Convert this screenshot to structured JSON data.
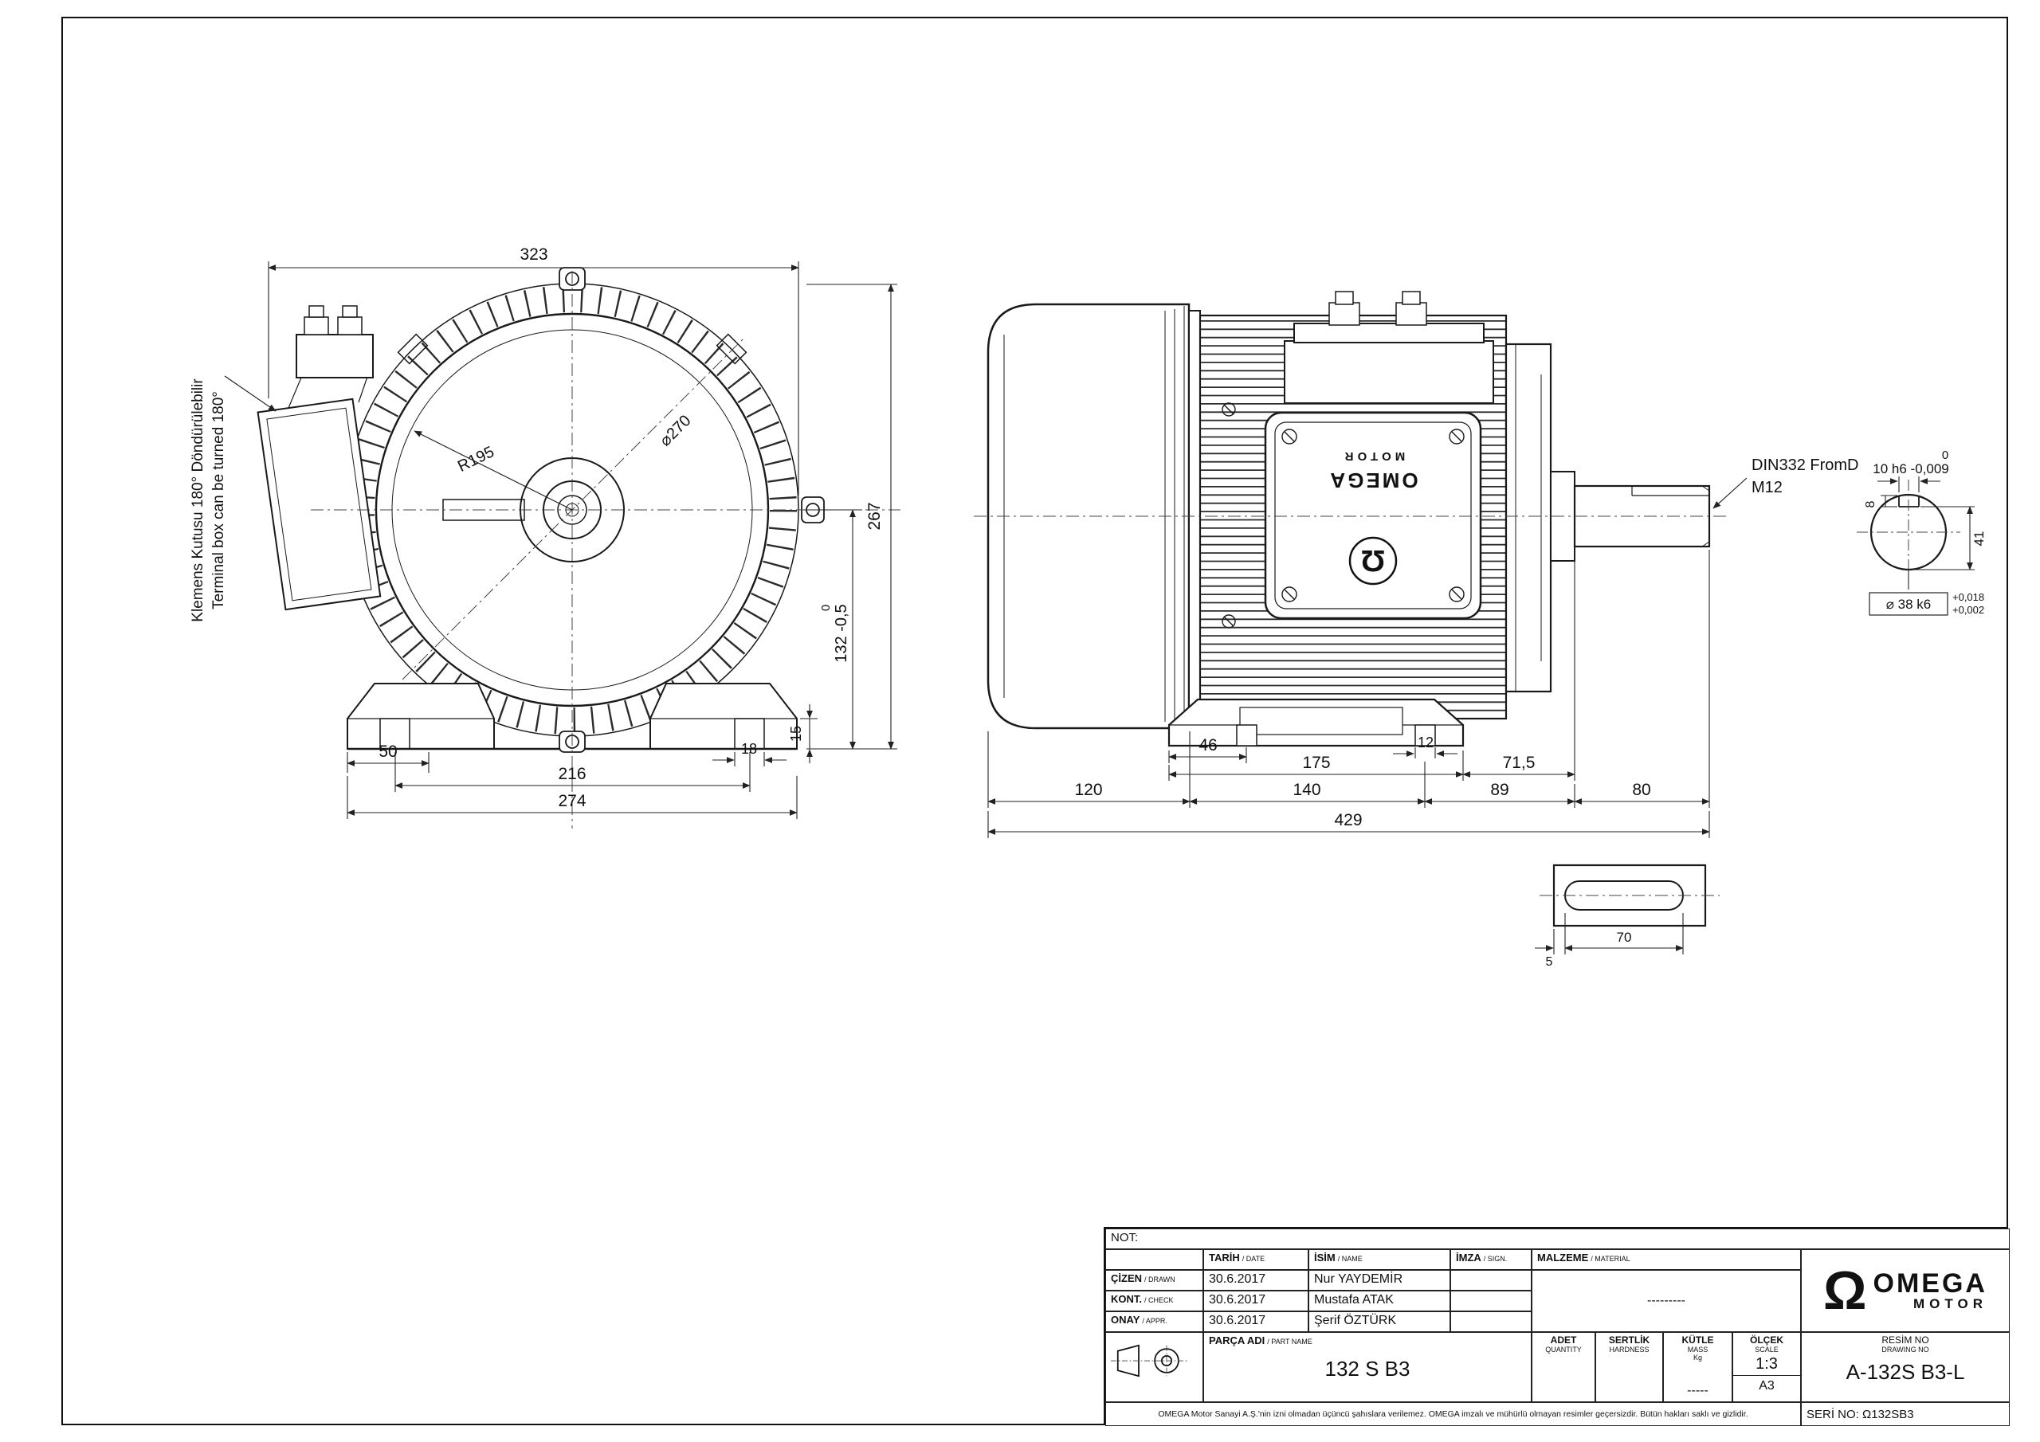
{
  "front_view": {
    "note": {
      "line1": "Klemens Kutusu 180° Döndürülebilir",
      "line2": "Terminal box can be turned 180°"
    },
    "labels": {
      "radius": "R195",
      "diameter": "⌀270"
    },
    "dims": {
      "overall_width": "323",
      "overall_height": "267",
      "center_tol": "0",
      "center_height": "132 -0,5",
      "pad_height": "15",
      "foot_offset": "50",
      "slot_width": "18",
      "hole_span": "216",
      "base_width": "274"
    }
  },
  "side_view": {
    "annotation": {
      "line1": "DIN332 FromD",
      "line2": "M12"
    },
    "dims": {
      "foot_edge": "46",
      "foot_length": "175",
      "slot_width": "12",
      "shaft_overhang": "71,5",
      "fan_cover": "120",
      "frame": "140",
      "endshield": "89",
      "shaft": "80",
      "overall": "429"
    }
  },
  "shaft_detail": {
    "dims": {
      "key_tol": "0",
      "key_width": "10 h6 -0,009",
      "key_depth": "8",
      "height": "41",
      "diameter": "⌀ 38 k6",
      "tol_top": "+0,018",
      "tol_bottom": "+0,002"
    }
  },
  "key_detail": {
    "dims": {
      "end_offset": "5",
      "key_length": "70"
    }
  },
  "plate_logo": {
    "brand": "OMEGA",
    "sub": "MOTOR",
    "symbol": "Ω"
  },
  "title_block": {
    "not_label": "NOT:",
    "columns": {
      "date": {
        "tr": "TARİH",
        "en": "/ DATE"
      },
      "name": {
        "tr": "İSİM",
        "en": "/ NAME"
      },
      "sign": {
        "tr": "İMZA",
        "en": "/ SIGN."
      },
      "material": {
        "tr": "MALZEME",
        "en": "/ MATERIAL"
      }
    },
    "rows": {
      "drawn": {
        "tr": "ÇİZEN",
        "en": "/ DRAWN",
        "date": "30.6.2017",
        "name": "Nur YAYDEMİR"
      },
      "check": {
        "tr": "KONT.",
        "en": "/ CHECK",
        "date": "30.6.2017",
        "name": "Mustafa ATAK"
      },
      "appr": {
        "tr": "ONAY",
        "en": "/ APPR.",
        "date": "30.6.2017",
        "name": "Şerif ÖZTÜRK"
      }
    },
    "material_value": "---------",
    "part": {
      "label_tr": "PARÇA ADI",
      "label_en": "/ PART NAME",
      "value": "132 S B3"
    },
    "quantity": {
      "tr": "ADET",
      "en": "QUANTITY"
    },
    "hardness": {
      "tr": "SERTLİK",
      "en": "HARDNESS"
    },
    "mass": {
      "tr": "KÜTLE",
      "en": "MASS",
      "unit": "Kg",
      "value": "-----"
    },
    "scale": {
      "tr": "ÖLÇEK",
      "en": "SCALE",
      "value": "1:3",
      "sheet": "A3"
    },
    "drawing_no": {
      "tr": "RESİM NO",
      "en": "DRAWING NO",
      "value": "A-132S B3-L"
    },
    "logo": {
      "brand": "OMEGA",
      "sub": "MOTOR",
      "symbol": "Ω"
    },
    "footer_note": "OMEGA Motor Sanayi A.Ş.'nin izni olmadan üçüncü şahıslara verilemez. OMEGA imzalı ve mühürlü olmayan resimler geçersizdir. Bütün hakları saklı ve gizlidir.",
    "serial": "SERİ NO: Ω132SB3"
  }
}
